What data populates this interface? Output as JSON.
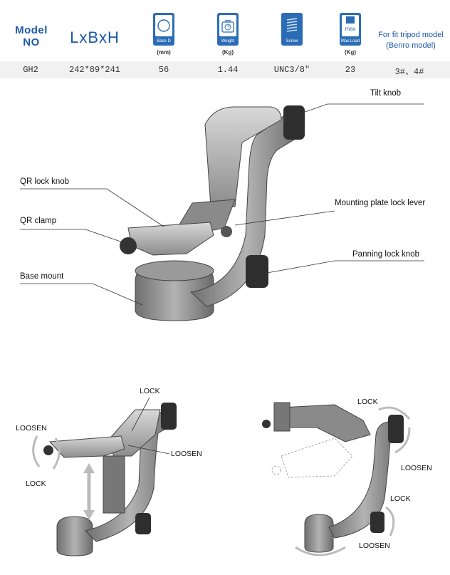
{
  "header": {
    "model_line1": "Model",
    "model_line2": "NO",
    "dimension_label": "LxBxH",
    "base_d_caption": "Base D",
    "base_d_unit": "(mm)",
    "weight_caption": "Weight",
    "weight_unit": "(Kg)",
    "screw_caption": "Screw",
    "maxload_top": "max",
    "maxload_caption": "Max.Load",
    "maxload_unit": "(Kg)",
    "fit_line1": "For fit tripod model",
    "fit_line2": "(Benro model)"
  },
  "values": {
    "model": "GH2",
    "dimensions": "242*89*241",
    "base_d": "56",
    "weight": "1.44",
    "screw": "UNC3/8\"",
    "max_load": "23",
    "tripod_fit": "3#、4#"
  },
  "callouts": {
    "tilt_knob": "Tilt knob",
    "qr_lock_knob": "QR lock knob",
    "mounting_plate_lock_lever": "Mounting plate lock lever",
    "qr_clamp": "QR clamp",
    "panning_lock_knob": "Panning lock knob",
    "base_mount": "Base mount"
  },
  "operation": {
    "left_lock_top": "LOCK",
    "left_loosen_left": "LOOSEN",
    "left_loosen_right": "LOOSEN",
    "left_lock_left": "LOCK",
    "right_lock_top": "LOCK",
    "right_loosen_mid": "LOOSEN",
    "right_lock_bottom": "LOCK",
    "right_loosen_bottom": "LOOSEN"
  },
  "colors": {
    "brand_blue": "#1d5aa8",
    "icon_blue": "#2b6db5",
    "body_gray": "#8f8f8f",
    "arrow_gray": "#b5b5b5"
  }
}
